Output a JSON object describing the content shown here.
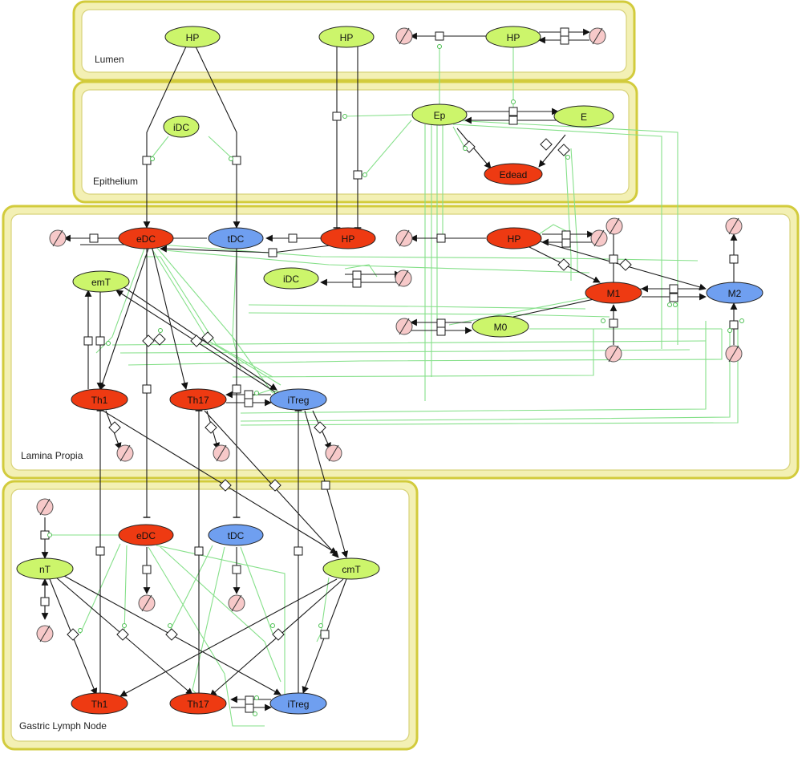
{
  "compartments": [
    {
      "id": "lumen",
      "label": "Lumen"
    },
    {
      "id": "epithelium",
      "label": "Epithelium"
    },
    {
      "id": "lamina",
      "label": "Lamina Propia"
    },
    {
      "id": "lymph",
      "label": "Gastric Lymph Node"
    }
  ],
  "colors": {
    "green": "#ccf56b",
    "red": "#ee3a12",
    "blue": "#6f9ff0",
    "sink": "#f7c9c9",
    "modifier": "#86e08a"
  },
  "nodes": [
    {
      "id": "lu_hp1",
      "label": "HP",
      "color": "green"
    },
    {
      "id": "lu_hp2",
      "label": "HP",
      "color": "green"
    },
    {
      "id": "lu_hp3",
      "label": "HP",
      "color": "green"
    },
    {
      "id": "ep_idc",
      "label": "iDC",
      "color": "green"
    },
    {
      "id": "ep_ep",
      "label": "Ep",
      "color": "green"
    },
    {
      "id": "ep_e",
      "label": "E",
      "color": "green"
    },
    {
      "id": "ep_edead",
      "label": "Edead",
      "color": "red"
    },
    {
      "id": "lp_edc",
      "label": "eDC",
      "color": "red"
    },
    {
      "id": "lp_tdc",
      "label": "tDC",
      "color": "blue"
    },
    {
      "id": "lp_hp",
      "label": "HP",
      "color": "red"
    },
    {
      "id": "lp_hp2",
      "label": "HP",
      "color": "red"
    },
    {
      "id": "lp_idc",
      "label": "iDC",
      "color": "green"
    },
    {
      "id": "lp_emt",
      "label": "emT",
      "color": "green"
    },
    {
      "id": "lp_m1",
      "label": "M1",
      "color": "red"
    },
    {
      "id": "lp_m2",
      "label": "M2",
      "color": "blue"
    },
    {
      "id": "lp_m0",
      "label": "M0",
      "color": "green"
    },
    {
      "id": "lp_th1",
      "label": "Th1",
      "color": "red"
    },
    {
      "id": "lp_th17",
      "label": "Th17",
      "color": "red"
    },
    {
      "id": "lp_itreg",
      "label": "iTreg",
      "color": "blue"
    },
    {
      "id": "ln_edc",
      "label": "eDC",
      "color": "red"
    },
    {
      "id": "ln_tdc",
      "label": "tDC",
      "color": "blue"
    },
    {
      "id": "ln_nt",
      "label": "nT",
      "color": "green"
    },
    {
      "id": "ln_cmt",
      "label": "cmT",
      "color": "green"
    },
    {
      "id": "ln_th1",
      "label": "Th1",
      "color": "red"
    },
    {
      "id": "ln_th17",
      "label": "Th17",
      "color": "red"
    },
    {
      "id": "ln_itreg",
      "label": "iTreg",
      "color": "blue"
    }
  ],
  "edges": [
    {
      "from": "lu_hp1",
      "to": "lp_edc"
    },
    {
      "from": "lu_hp1",
      "to": "lp_tdc"
    },
    {
      "from": "lu_hp2",
      "to": "lp_hp"
    },
    {
      "from": "lu_hp3",
      "to": "sink_lu"
    },
    {
      "from": "ep_ep",
      "to": "ep_e"
    },
    {
      "from": "ep_e",
      "to": "ep_ep"
    },
    {
      "from": "ep_ep",
      "to": "ep_edead"
    },
    {
      "from": "ep_e",
      "to": "ep_edead"
    },
    {
      "from": "lp_hp",
      "to": "lp_tdc"
    },
    {
      "from": "lp_tdc",
      "to": "lp_edc"
    },
    {
      "from": "lp_edc",
      "to": "sink_lp1"
    },
    {
      "from": "lp_hp2",
      "to": "sink_lp2"
    },
    {
      "from": "lp_hp2",
      "to": "lp_m1"
    },
    {
      "from": "lp_hp2",
      "to": "lp_m2"
    },
    {
      "from": "lp_m1",
      "to": "lp_m2"
    },
    {
      "from": "lp_m2",
      "to": "lp_m1"
    },
    {
      "from": "lp_m0",
      "to": "sink_lp3"
    },
    {
      "from": "lp_emt",
      "to": "lp_th1"
    },
    {
      "from": "lp_th1",
      "to": "lp_emt"
    },
    {
      "from": "lp_edc",
      "to": "lp_th1"
    },
    {
      "from": "lp_edc",
      "to": "lp_th17"
    },
    {
      "from": "lp_itreg",
      "to": "lp_th17"
    },
    {
      "from": "lp_th17",
      "to": "lp_itreg"
    },
    {
      "from": "lp_emt",
      "to": "lp_itreg"
    },
    {
      "from": "lp_edc",
      "to": "ln_edc"
    },
    {
      "from": "lp_tdc",
      "to": "ln_tdc"
    },
    {
      "from": "ln_th1",
      "to": "lp_th1"
    },
    {
      "from": "ln_th17",
      "to": "lp_th17"
    },
    {
      "from": "ln_itreg",
      "to": "lp_itreg"
    },
    {
      "from": "lp_th1",
      "to": "ln_cmt"
    },
    {
      "from": "lp_th17",
      "to": "ln_cmt"
    },
    {
      "from": "lp_itreg",
      "to": "ln_cmt"
    },
    {
      "from": "ln_nt",
      "to": "ln_th1"
    },
    {
      "from": "ln_nt",
      "to": "ln_th17"
    },
    {
      "from": "ln_nt",
      "to": "ln_itreg"
    },
    {
      "from": "ln_cmt",
      "to": "ln_th1"
    },
    {
      "from": "ln_cmt",
      "to": "ln_th17"
    },
    {
      "from": "ln_cmt",
      "to": "ln_itreg"
    },
    {
      "from": "ln_itreg",
      "to": "ln_th17"
    },
    {
      "from": "ln_th17",
      "to": "ln_itreg"
    }
  ]
}
